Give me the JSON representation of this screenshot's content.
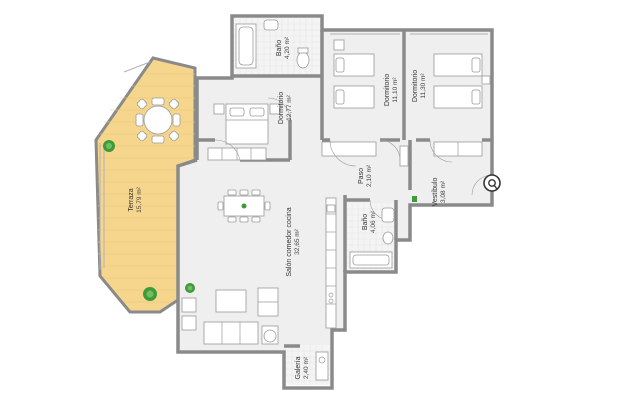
{
  "plan": {
    "rooms": [
      {
        "id": "terraza",
        "name": "Terraza",
        "area": "15,79 m²",
        "floor_color": "#f6d68c"
      },
      {
        "id": "dormitorio-1",
        "name": "Dormitorio",
        "area": "12,77 m²",
        "floor_color": "#efefef"
      },
      {
        "id": "bano-1",
        "name": "Baño",
        "area": "4,20 m²",
        "floor_color": "#f2f2f2"
      },
      {
        "id": "dormitorio-2",
        "name": "Dormitorio",
        "area": "11,10 m²",
        "floor_color": "#efefef"
      },
      {
        "id": "dormitorio-3",
        "name": "Dormitorio",
        "area": "11,30 m²",
        "floor_color": "#efefef"
      },
      {
        "id": "paso",
        "name": "Paso",
        "area": "2,10 m²",
        "floor_color": "#efefef"
      },
      {
        "id": "vestibulo",
        "name": "Vestíbulo",
        "area": "3,08 m²",
        "floor_color": "#efefef"
      },
      {
        "id": "bano-2",
        "name": "Baño",
        "area": "4,06 m²",
        "floor_color": "#f2f2f2"
      },
      {
        "id": "salon",
        "name": "Salón comedor cocina",
        "area": "32,65 m²",
        "floor_color": "#efefef"
      },
      {
        "id": "galeria",
        "name": "Galería",
        "area": "2,40 m²",
        "floor_color": "#f2f2f2"
      }
    ],
    "north_symbol": "north-icon",
    "wall_color": "#8a8a8a"
  }
}
